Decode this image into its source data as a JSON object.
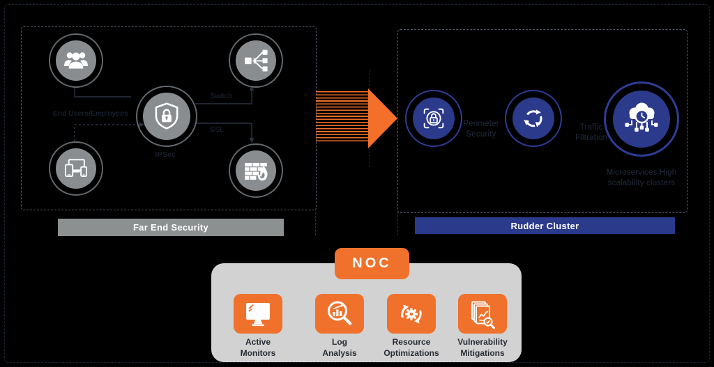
{
  "colors": {
    "background": "#000000",
    "orange": "#f0712c",
    "blue": "#2c3a8c",
    "gray_circle": "#8a8d90",
    "gray_bar": "#8d9091",
    "noc_panel_gray": "#d2d2d2"
  },
  "far_end": {
    "bar_label": "Far End Security",
    "users_label": "End Users/Employees",
    "center_label": "IPSec",
    "link_top_label": "Switch",
    "link_bottom_label": "SSL",
    "icons": [
      "users-icon",
      "switch-icon",
      "shield-lock-icon",
      "devices-icon",
      "firewall-icon"
    ]
  },
  "rudder": {
    "bar_label": "Rudder Cluster",
    "label1": {
      "line1": "Perimeter",
      "line2": "Security"
    },
    "label2": {
      "line1": "Traffic",
      "line2": "Filtration"
    },
    "label3": {
      "line1": "Microservices High",
      "line2": "scalability clusters"
    },
    "icons": [
      "lock-scan-icon",
      "sync-icon",
      "cloud-clock-icon"
    ]
  },
  "noc": {
    "badge": "NOC",
    "tiles": [
      {
        "icon": "monitor-icon",
        "line1": "Active",
        "line2": "Monitors"
      },
      {
        "icon": "log-analysis-icon",
        "line1": "Log",
        "line2": "Analysis"
      },
      {
        "icon": "resource-optimization-icon",
        "line1": "Resource",
        "line2": "Optimizations"
      },
      {
        "icon": "vulnerability-icon",
        "line1": "Vulnerability",
        "line2": "Mitigations"
      }
    ]
  }
}
